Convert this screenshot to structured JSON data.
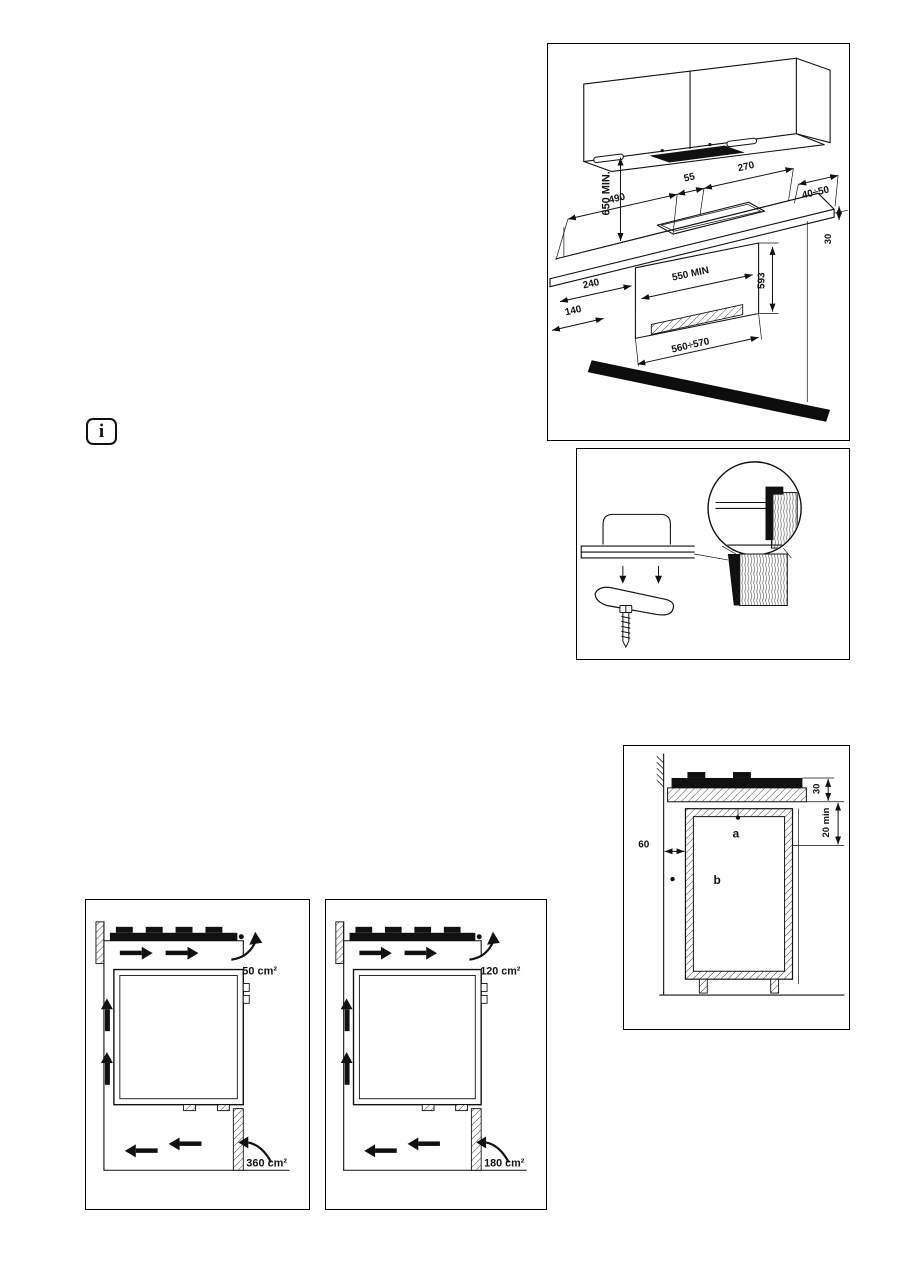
{
  "info_note": {
    "icon_glyph": "i"
  },
  "installation_figure": {
    "dims": {
      "min_hood_clearance": "650 MIN.",
      "cutout_depth": "490",
      "front_edge_gap": "55",
      "dim_270": "270",
      "rear_gap": "40÷50",
      "worktop_thickness": "30",
      "dim_240": "240",
      "niche_width_min": "550 MIN",
      "dim_140": "140",
      "niche_height": "593",
      "cutout_width": "560÷570"
    }
  },
  "section_figure": {
    "label_a": "a",
    "label_b": "b",
    "dims": {
      "hob_depth": "30",
      "clearance": "20 min",
      "side_gap": "60"
    }
  },
  "ventilation_figures": [
    {
      "top_vent": "50 cm²",
      "bottom_vent": "360 cm²"
    },
    {
      "top_vent": "120 cm²",
      "bottom_vent": "180 cm²"
    }
  ]
}
